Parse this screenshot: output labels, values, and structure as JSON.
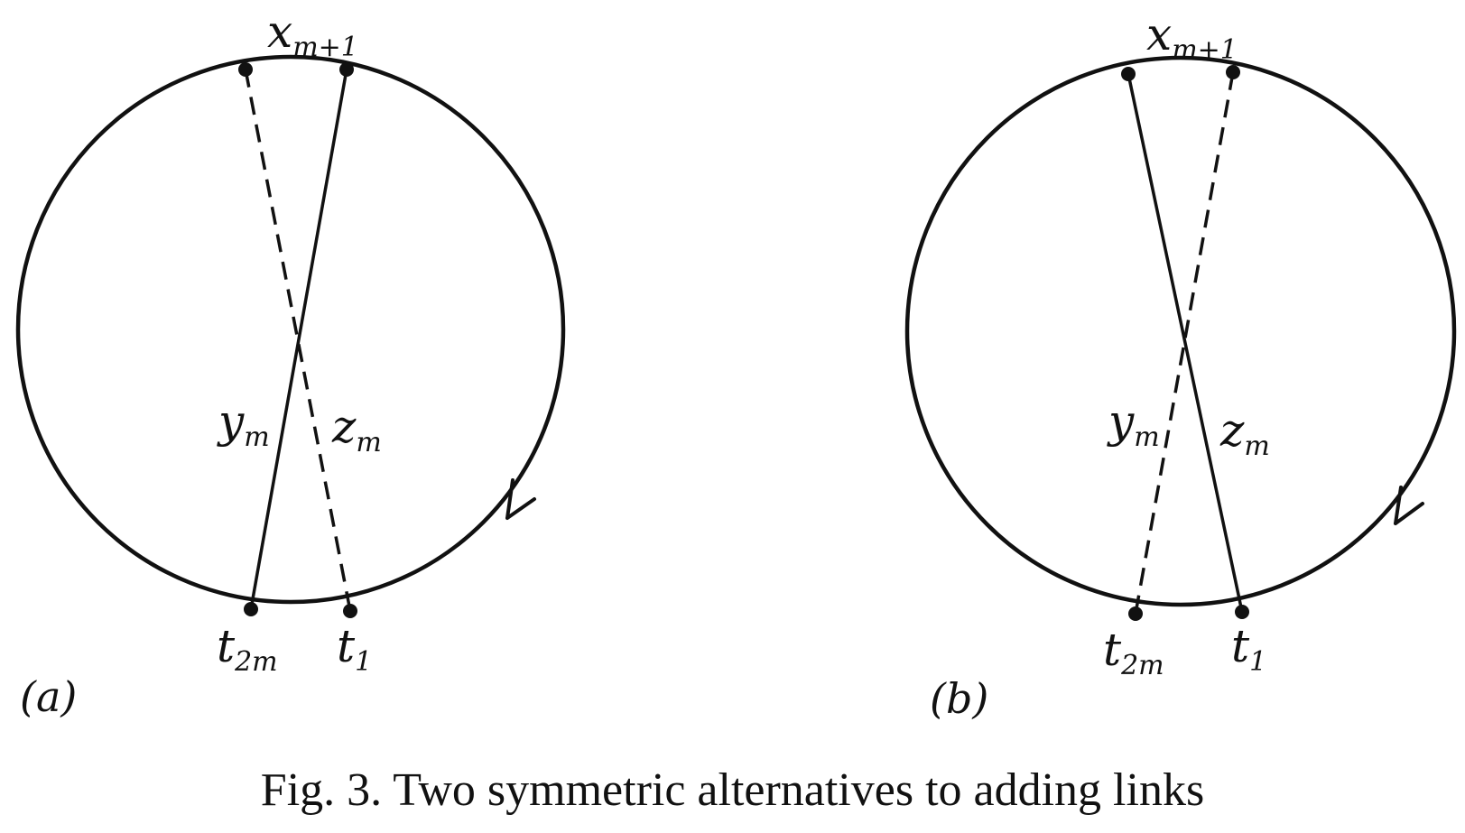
{
  "figure": {
    "caption": "Fig. 3. Two symmetric alternatives to adding links",
    "ink_color": "#111111",
    "panels": [
      {
        "id": "a",
        "panel_label": "(a)",
        "labels": {
          "top_right": {
            "base": "x",
            "sub": "m+1"
          },
          "bottom_left": {
            "base": "t",
            "sub": "2m"
          },
          "bottom_right": {
            "base": "t",
            "sub": "1"
          },
          "left_chord": {
            "base": "y",
            "sub": "m"
          },
          "right_chord": {
            "base": "z",
            "sub": "m"
          }
        }
      },
      {
        "id": "b",
        "panel_label": "(b)",
        "labels": {
          "top_right": {
            "base": "x",
            "sub": "m+1"
          },
          "bottom_left": {
            "base": "t",
            "sub": "2m"
          },
          "bottom_right": {
            "base": "t",
            "sub": "1"
          },
          "left_chord": {
            "base": "y",
            "sub": "m"
          },
          "right_chord": {
            "base": "z",
            "sub": "m"
          }
        }
      }
    ]
  }
}
